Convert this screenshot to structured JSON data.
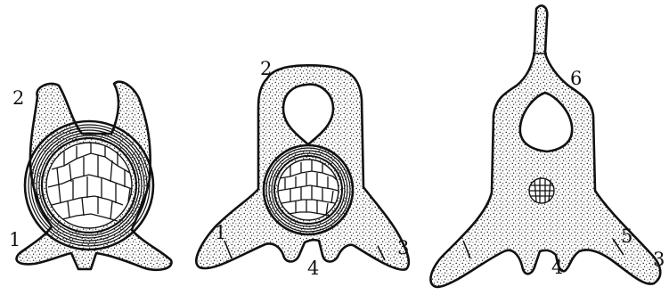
{
  "figures": [
    {
      "id": "a",
      "labels": [
        {
          "key": "label-2",
          "text": "2"
        },
        {
          "key": "label-1",
          "text": "1"
        }
      ]
    },
    {
      "id": "b",
      "labels": [
        {
          "key": "label-2",
          "text": "2"
        },
        {
          "key": "label-1",
          "text": "1"
        },
        {
          "key": "label-3",
          "text": "3"
        },
        {
          "key": "label-4",
          "text": "4"
        }
      ]
    },
    {
      "id": "c",
      "labels": [
        {
          "key": "label-6",
          "text": "6"
        },
        {
          "key": "label-5",
          "text": "5"
        },
        {
          "key": "label-4",
          "text": "4"
        },
        {
          "key": "label-3",
          "text": "3"
        }
      ]
    }
  ]
}
